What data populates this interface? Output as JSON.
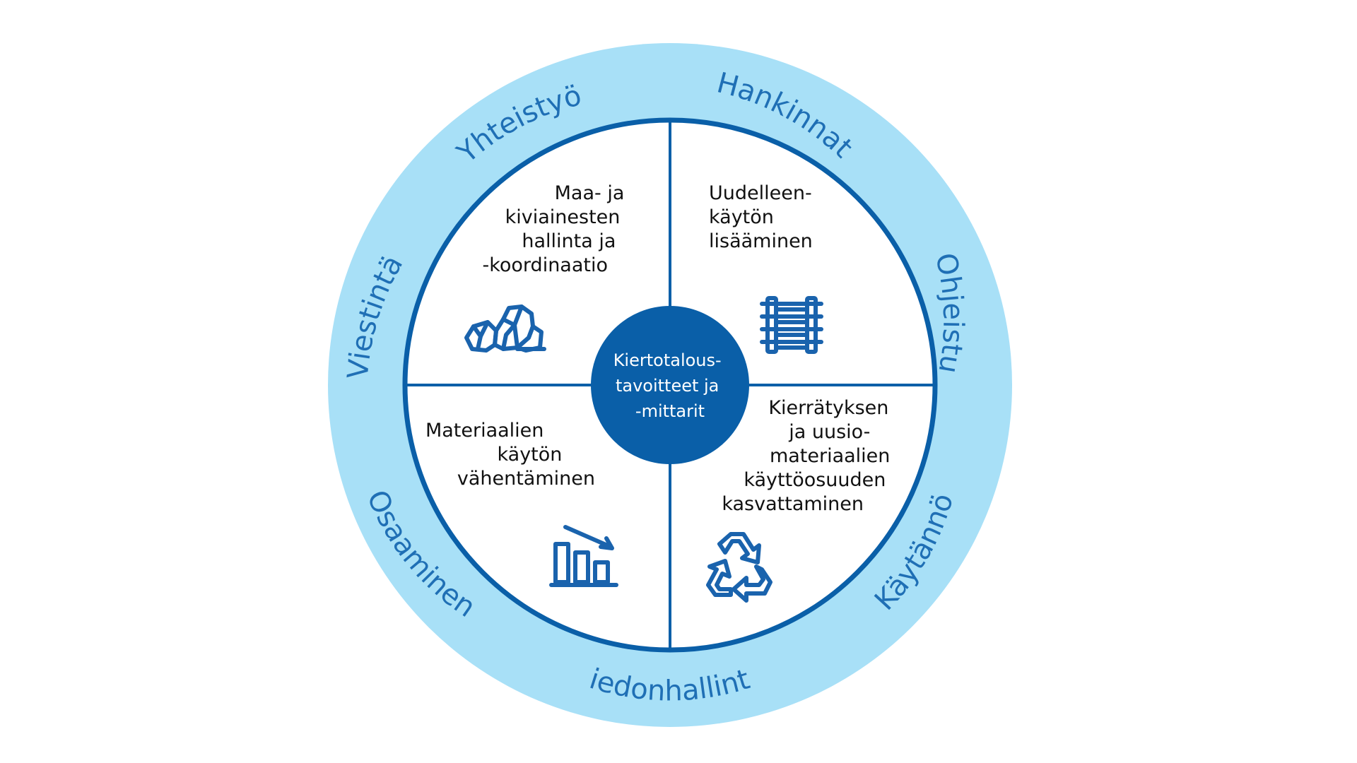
{
  "colors": {
    "outer_ring": "#a8e0f7",
    "inner_border": "#0a5fa8",
    "center_fill": "#0a5fa8",
    "ring_text": "#1f6fb5",
    "icon": "#1a63ad"
  },
  "center": {
    "lines": [
      "Kiertotalous-",
      "tavoitteet ja",
      "-mittarit"
    ]
  },
  "ring_labels": [
    "Hankinnat",
    "Ohjeistus",
    "Käytännöt",
    "Tiedonhallinta",
    "Osaaminen",
    "Viestintä",
    "Yhteistyö"
  ],
  "quadrants": {
    "top_left": {
      "lines": [
        "Maa- ja",
        "kiviainesten",
        "hallinta ja",
        "-koordinaatio"
      ],
      "icon": "stones-icon"
    },
    "top_right": {
      "lines": [
        "Uudelleen-",
        "käytön",
        "lisääminen"
      ],
      "icon": "railway-track-icon"
    },
    "bottom_left": {
      "lines": [
        "Materiaalien",
        "käytön",
        "vähentäminen"
      ],
      "icon": "decreasing-bar-chart-icon"
    },
    "bottom_right": {
      "lines": [
        "Kierrätyksen",
        "ja uusio-",
        "materiaalien",
        "käyttöosuuden",
        "kasvattaminen"
      ],
      "icon": "recycle-icon"
    }
  }
}
